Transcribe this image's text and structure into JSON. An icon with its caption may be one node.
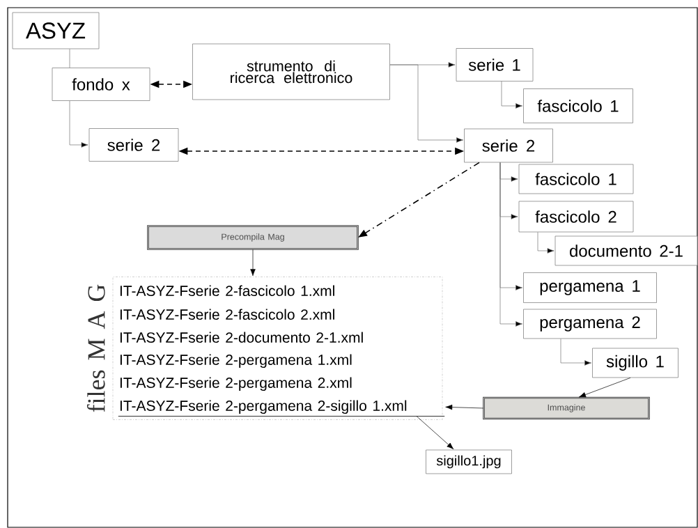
{
  "diagram": {
    "nodes": [
      {
        "text": [
          "ASYZ"
        ]
      },
      {
        "text": [
          "fondo x"
        ]
      },
      {
        "text": [
          "strumento di ricerca elettronico"
        ]
      },
      {
        "text": [
          "serie 1"
        ]
      },
      {
        "text": [
          "fascicolo 1"
        ]
      },
      {
        "text": [
          "serie 2"
        ]
      },
      {
        "text": [
          "serie 2"
        ]
      },
      {
        "text": [
          "fascicolo 1"
        ]
      },
      {
        "text": [
          "fascicolo 2"
        ]
      },
      {
        "text": [
          "documento 2-1"
        ]
      },
      {
        "text": [
          "pergamena 1"
        ]
      },
      {
        "text": [
          "pergamena 2"
        ]
      },
      {
        "text": [
          "sigillo 1"
        ]
      },
      {
        "text": [
          "Precompila Mag"
        ]
      },
      {
        "text": [
          "files M A G"
        ]
      },
      {
        "text": [
          "IT-ASYZ-Fserie 2-fascicolo 1.xml"
        ],
        "in": 14
      },
      {
        "text": [
          "IT-ASYZ-Fserie 2-fascicolo 2.xml"
        ],
        "in": 14
      },
      {
        "text": [
          "IT-ASYZ-Fserie 2-documento 2-1.xml"
        ],
        "in": 14
      },
      {
        "text": [
          "IT-ASYZ-Fserie 2-pergamena 1.xml"
        ],
        "in": 14
      },
      {
        "text": [
          "IT-ASYZ-Fserie 2-pergamena 2.xml"
        ],
        "in": 14
      },
      {
        "text": [
          "IT-ASYZ-Fserie 2-pergamena 2-sigillo 1.xml"
        ],
        "in": 14
      },
      {
        "text": [
          "Immagine"
        ]
      },
      {
        "text": [
          "sigillo1.jpg"
        ]
      }
    ],
    "edges": [
      {
        "from": 0,
        "to": 1,
        "arrow": "none",
        "color": "#737373"
      },
      {
        "from": 1,
        "to": 2,
        "arrow": "both",
        "style": "dashed",
        "color": "#000000"
      },
      {
        "from": 1,
        "to": 5,
        "arrow": "to",
        "color": "#737373"
      },
      {
        "from": 2,
        "to": 3,
        "arrow": "to",
        "color": "#737373"
      },
      {
        "from": 2,
        "to": 6,
        "arrow": "to",
        "color": "#737373"
      },
      {
        "from": 5,
        "to": 6,
        "arrow": "both",
        "style": "dashed",
        "color": "#000000"
      },
      {
        "from": 3,
        "to": 4,
        "arrow": "to",
        "color": "#737373"
      },
      {
        "from": 6,
        "to": 7,
        "arrow": "to",
        "color": "#737373"
      },
      {
        "from": 6,
        "to": 8,
        "arrow": "to",
        "color": "#737373"
      },
      {
        "from": 6,
        "to": 10,
        "arrow": "to",
        "color": "#737373"
      },
      {
        "from": 6,
        "to": 11,
        "arrow": "to",
        "color": "#737373"
      },
      {
        "from": 8,
        "to": 9,
        "arrow": "to",
        "color": "#737373"
      },
      {
        "from": 11,
        "to": 12,
        "arrow": "to",
        "color": "#737373"
      },
      {
        "from": 6,
        "to": 13,
        "arrow": "to",
        "style": "dashed",
        "color": "#000000"
      },
      {
        "from": 13,
        "to": 14,
        "arrow": "to",
        "color": "#000000"
      },
      {
        "from": 12,
        "to": 21,
        "arrow": "to",
        "color": "#000000"
      },
      {
        "from": 21,
        "to": 20,
        "arrow": "to",
        "color": "#000000"
      },
      {
        "from": 20,
        "to": 22,
        "arrow": "to",
        "color": "#000000"
      }
    ]
  }
}
